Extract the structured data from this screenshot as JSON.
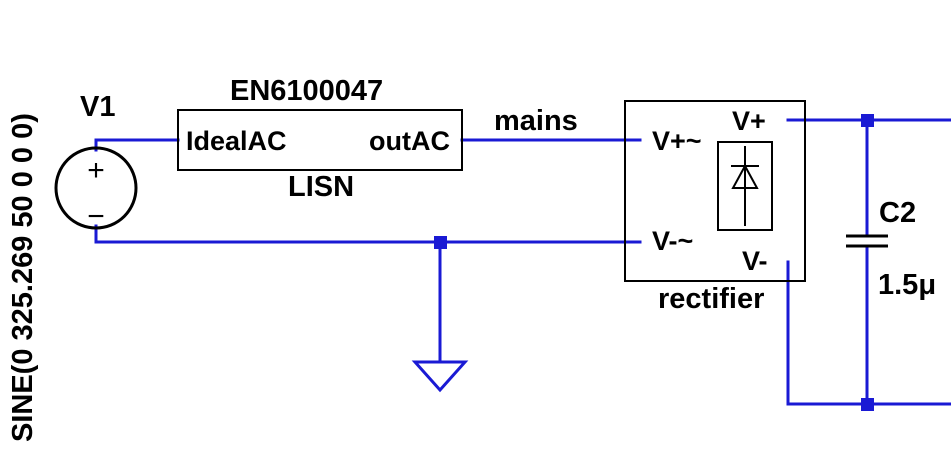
{
  "schematic": {
    "source": {
      "name": "V1",
      "value": "SINE(0 325.269 50 0 0 0)",
      "plus": "+",
      "minus": "−"
    },
    "lisn": {
      "model": "EN6100047",
      "name": "LISN",
      "pin_in": "IdealAC",
      "pin_out": "outAC"
    },
    "net_label": "mains",
    "rectifier": {
      "name": "rectifier",
      "pin_ac_pos": "V+~",
      "pin_ac_neg": "V-~",
      "pin_dc_pos": "V+",
      "pin_dc_neg": "V-"
    },
    "capacitor": {
      "name": "C2",
      "value": "1.5μ"
    },
    "colors": {
      "wire": "#1a1ad4",
      "symbol": "#000000",
      "background": "#ffffff"
    }
  }
}
